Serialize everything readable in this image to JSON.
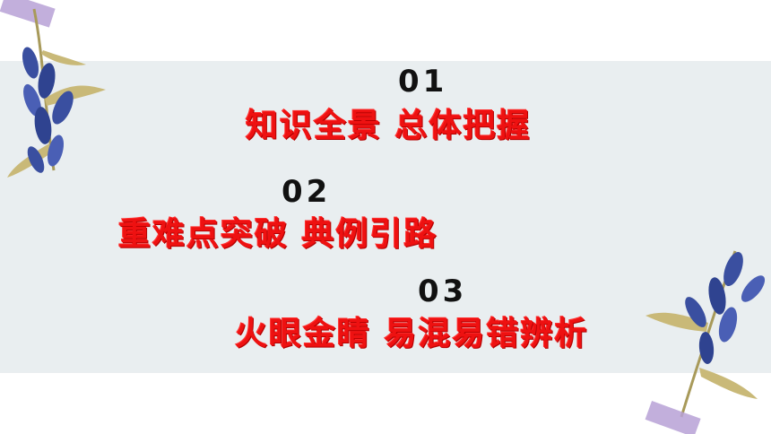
{
  "sections": [
    {
      "number": "01",
      "title": "知识全景   总体把握"
    },
    {
      "number": "02",
      "title": "重难点突破 典例引路"
    },
    {
      "number": "03",
      "title": "火眼金睛 易混易错辨析"
    }
  ],
  "colors": {
    "background": "#ffffff",
    "band": "#e9eef0",
    "number": "#111111",
    "title": "#ee1111",
    "petal": "#3a4fa0",
    "leaf": "#b8a86a",
    "tape": "#b7a1d6"
  },
  "icons": [
    "flower-sprig-top-left",
    "flower-sprig-bottom-right",
    "washi-tape"
  ]
}
